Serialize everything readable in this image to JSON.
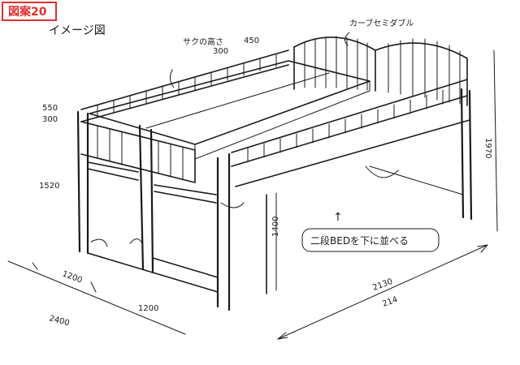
{
  "badge": {
    "label": "図案20",
    "color": "#e03030"
  },
  "caption": "イメージ図",
  "labels": {
    "rail_height_title": "サクの高さ",
    "rail_height_old": "300",
    "rail_height_new": "450",
    "headboard": "カーブセミダブル",
    "left_top_new": "550",
    "left_top_old": "300",
    "left_mid": "1520",
    "front_height": "1400",
    "right_height": "1970",
    "depth_a": "1200",
    "depth_b": "1200",
    "depth_total": "2400",
    "length_main": "2130",
    "length_sub": "214"
  },
  "note": {
    "arrow_mark": "↑",
    "text": "二段BEDを下に並べる"
  },
  "colors": {
    "ink": "#1a1a1a",
    "paper": "#ffffff",
    "accent": "#e03030"
  }
}
